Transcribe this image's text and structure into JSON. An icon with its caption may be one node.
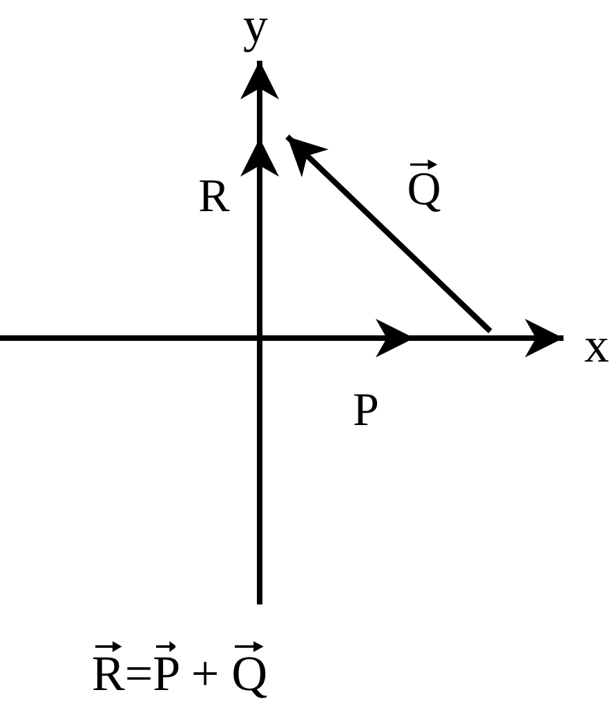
{
  "diagram": {
    "labels": [
      "y",
      "R",
      "Q",
      "x",
      "P",
      "R=P + Q"
    ]
  }
}
